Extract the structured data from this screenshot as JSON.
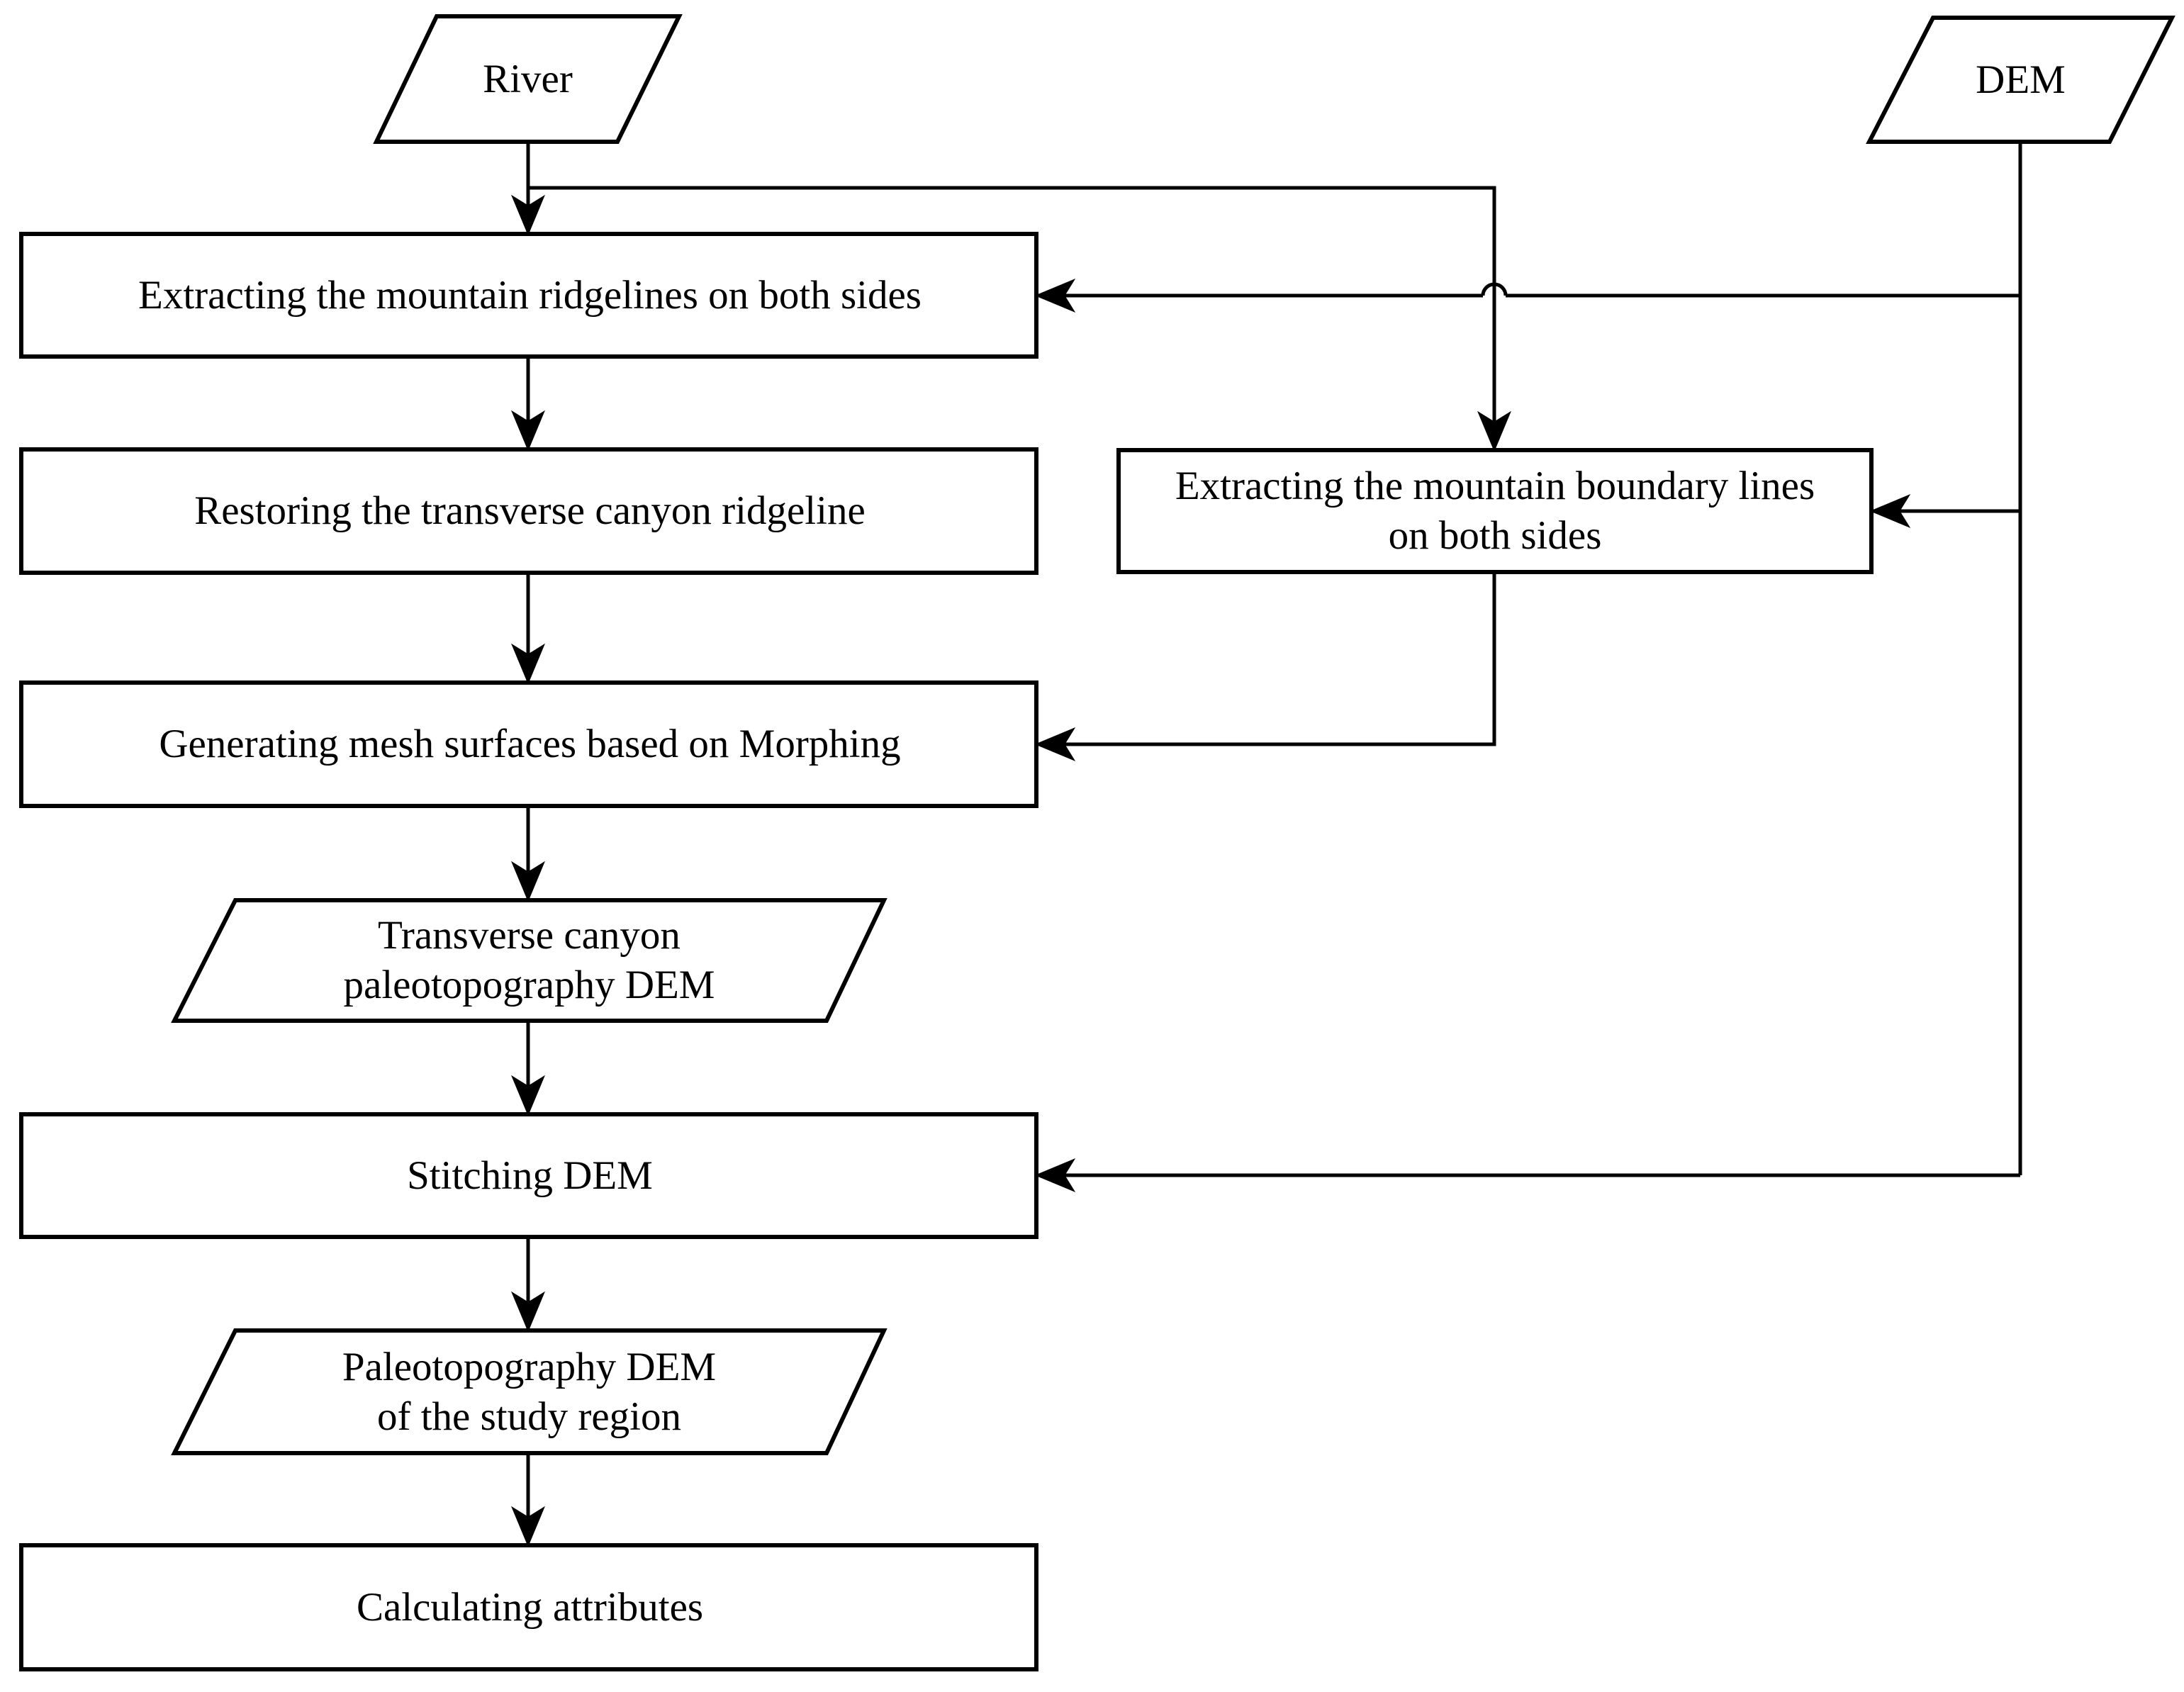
{
  "figure": {
    "background_color": "#ffffff",
    "stroke_color": "#000000",
    "text_color": "#000000"
  },
  "nodes": {
    "river": {
      "type": "data-parallelogram",
      "lines": [
        "River"
      ]
    },
    "dem": {
      "type": "data-parallelogram",
      "lines": [
        "DEM"
      ]
    },
    "extract_ridgelines": {
      "type": "process",
      "lines": [
        "Extracting the mountain ridgelines on both sides"
      ]
    },
    "restore_ridgeline": {
      "type": "process",
      "lines": [
        "Restoring the transverse canyon ridgeline"
      ]
    },
    "extract_boundary": {
      "type": "process",
      "lines": [
        "Extracting the mountain boundary lines",
        "on both sides"
      ]
    },
    "generate_mesh": {
      "type": "process",
      "lines": [
        "Generating mesh surfaces based on Morphing"
      ]
    },
    "transverse_canyon_dem": {
      "type": "data-parallelogram",
      "lines": [
        "Transverse canyon",
        "paleotopography DEM"
      ]
    },
    "stitching_dem": {
      "type": "process",
      "lines": [
        "Stitching DEM"
      ]
    },
    "paleotopography_dem": {
      "type": "data-parallelogram",
      "lines": [
        "Paleotopography DEM",
        "of the study region"
      ]
    },
    "calculating_attributes": {
      "type": "process",
      "lines": [
        "Calculating attributes"
      ]
    }
  },
  "edges": [
    {
      "from": "river",
      "to": "extract_ridgelines",
      "arrow": true
    },
    {
      "from": "river",
      "to": "extract_boundary",
      "arrow": true
    },
    {
      "from": "dem",
      "to": "extract_ridgelines",
      "arrow": true,
      "note": "horizontal line hops over the river-to-extract_boundary line"
    },
    {
      "from": "dem",
      "to": "extract_boundary",
      "arrow": true
    },
    {
      "from": "dem",
      "to": "stitching_dem",
      "arrow": true
    },
    {
      "from": "extract_ridgelines",
      "to": "restore_ridgeline",
      "arrow": true
    },
    {
      "from": "restore_ridgeline",
      "to": "generate_mesh",
      "arrow": true
    },
    {
      "from": "extract_boundary",
      "to": "generate_mesh",
      "arrow": true
    },
    {
      "from": "generate_mesh",
      "to": "transverse_canyon_dem",
      "arrow": true
    },
    {
      "from": "transverse_canyon_dem",
      "to": "stitching_dem",
      "arrow": true
    },
    {
      "from": "stitching_dem",
      "to": "paleotopography_dem",
      "arrow": true
    },
    {
      "from": "paleotopography_dem",
      "to": "calculating_attributes",
      "arrow": true
    }
  ]
}
